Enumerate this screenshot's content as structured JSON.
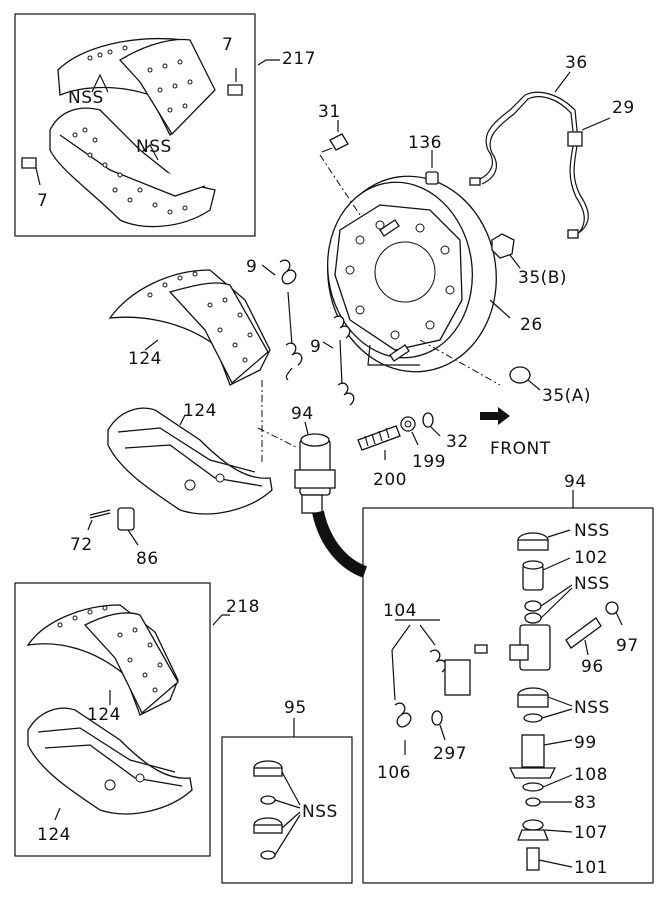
{
  "labels": {
    "l217": "217",
    "l7a": "7",
    "l7b": "7",
    "nss1": "NSS",
    "nss2": "NSS",
    "l31": "31",
    "l136": "136",
    "l36": "36",
    "l29": "29",
    "l35b": "35(B)",
    "l26": "26",
    "l9a": "9",
    "l9b": "9",
    "l124a": "124",
    "l124b": "124",
    "l94a": "94",
    "l32": "32",
    "l199": "199",
    "l200": "200",
    "l35a": "35(A)",
    "front": "FRONT",
    "l72": "72",
    "l86": "86",
    "l94b": "94",
    "nss3": "NSS",
    "l102": "102",
    "nss4": "NSS",
    "l104": "104",
    "l96": "96",
    "l97": "97",
    "nss5": "NSS",
    "l99": "99",
    "l297": "297",
    "l106": "106",
    "l108": "108",
    "l83": "83",
    "l107": "107",
    "l101": "101",
    "l218": "218",
    "l124c": "124",
    "l124d": "124",
    "l95": "95",
    "nss6": "NSS"
  }
}
